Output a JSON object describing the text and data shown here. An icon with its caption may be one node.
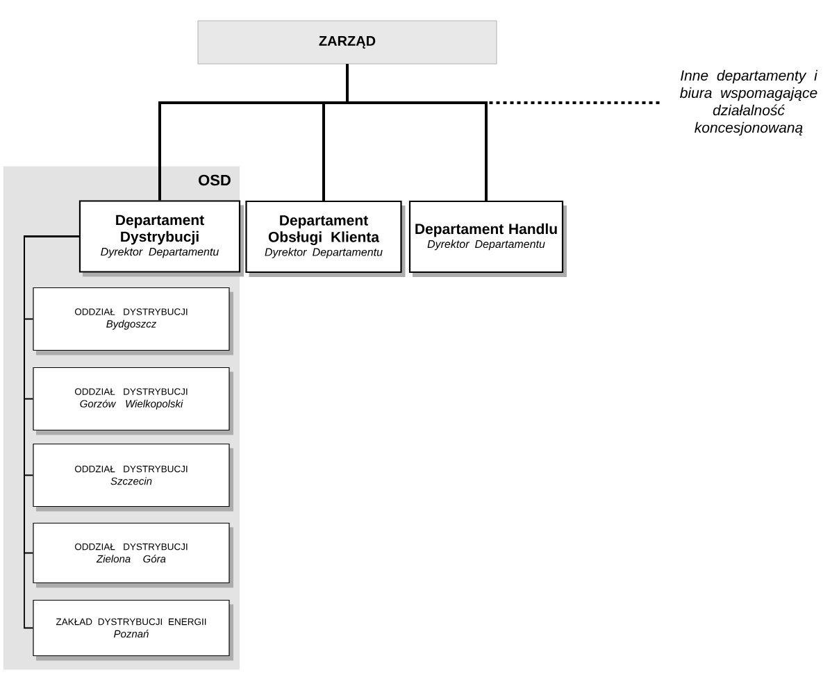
{
  "diagram": {
    "nodes": [
      {
        "text": [
          "ZARZĄD"
        ]
      },
      {
        "text": [
          "OSD"
        ]
      },
      {
        "text": [
          "Departament Dystrybucji",
          "Dyrektor Departamentu"
        ],
        "in": 1
      },
      {
        "text": [
          "Departament Obsługi Klienta",
          "Dyrektor Departamentu"
        ]
      },
      {
        "text": [
          "Departament Handlu",
          "Dyrektor Departamentu"
        ]
      },
      {
        "text": [
          "ODDZIAŁ DYSTRYBUCJI",
          "Bydgoszcz"
        ],
        "in": 1
      },
      {
        "text": [
          "ODDZIAŁ DYSTRYBUCJI",
          "Gorzów Wielkopolski"
        ],
        "in": 1
      },
      {
        "text": [
          "ODDZIAŁ DYSTRYBUCJI",
          "Szczecin"
        ],
        "in": 1
      },
      {
        "text": [
          "ODDZIAŁ DYSTRYBUCJI",
          "Zielona Góra"
        ],
        "in": 1
      },
      {
        "text": [
          "ZAKŁAD DYSTRYBUCJI ENERGII",
          "Poznań"
        ],
        "in": 1
      },
      {
        "text": [
          "Inne departamenty i biura wspomagające działalność koncesjonowaną"
        ]
      }
    ],
    "edges": [
      {
        "from": 0,
        "to": 2,
        "arrow": "none",
        "style": "thick"
      },
      {
        "from": 0,
        "to": 3,
        "arrow": "none",
        "style": "thick"
      },
      {
        "from": 0,
        "to": 4,
        "arrow": "none",
        "style": "thick"
      },
      {
        "from": 0,
        "to": 10,
        "arrow": "none",
        "style": "dashed"
      },
      {
        "from": 2,
        "to": 5,
        "arrow": "none"
      },
      {
        "from": 2,
        "to": 6,
        "arrow": "none"
      },
      {
        "from": 2,
        "to": 7,
        "arrow": "none"
      },
      {
        "from": 2,
        "to": 8,
        "arrow": "none"
      },
      {
        "from": 2,
        "to": 9,
        "arrow": "none"
      }
    ]
  }
}
